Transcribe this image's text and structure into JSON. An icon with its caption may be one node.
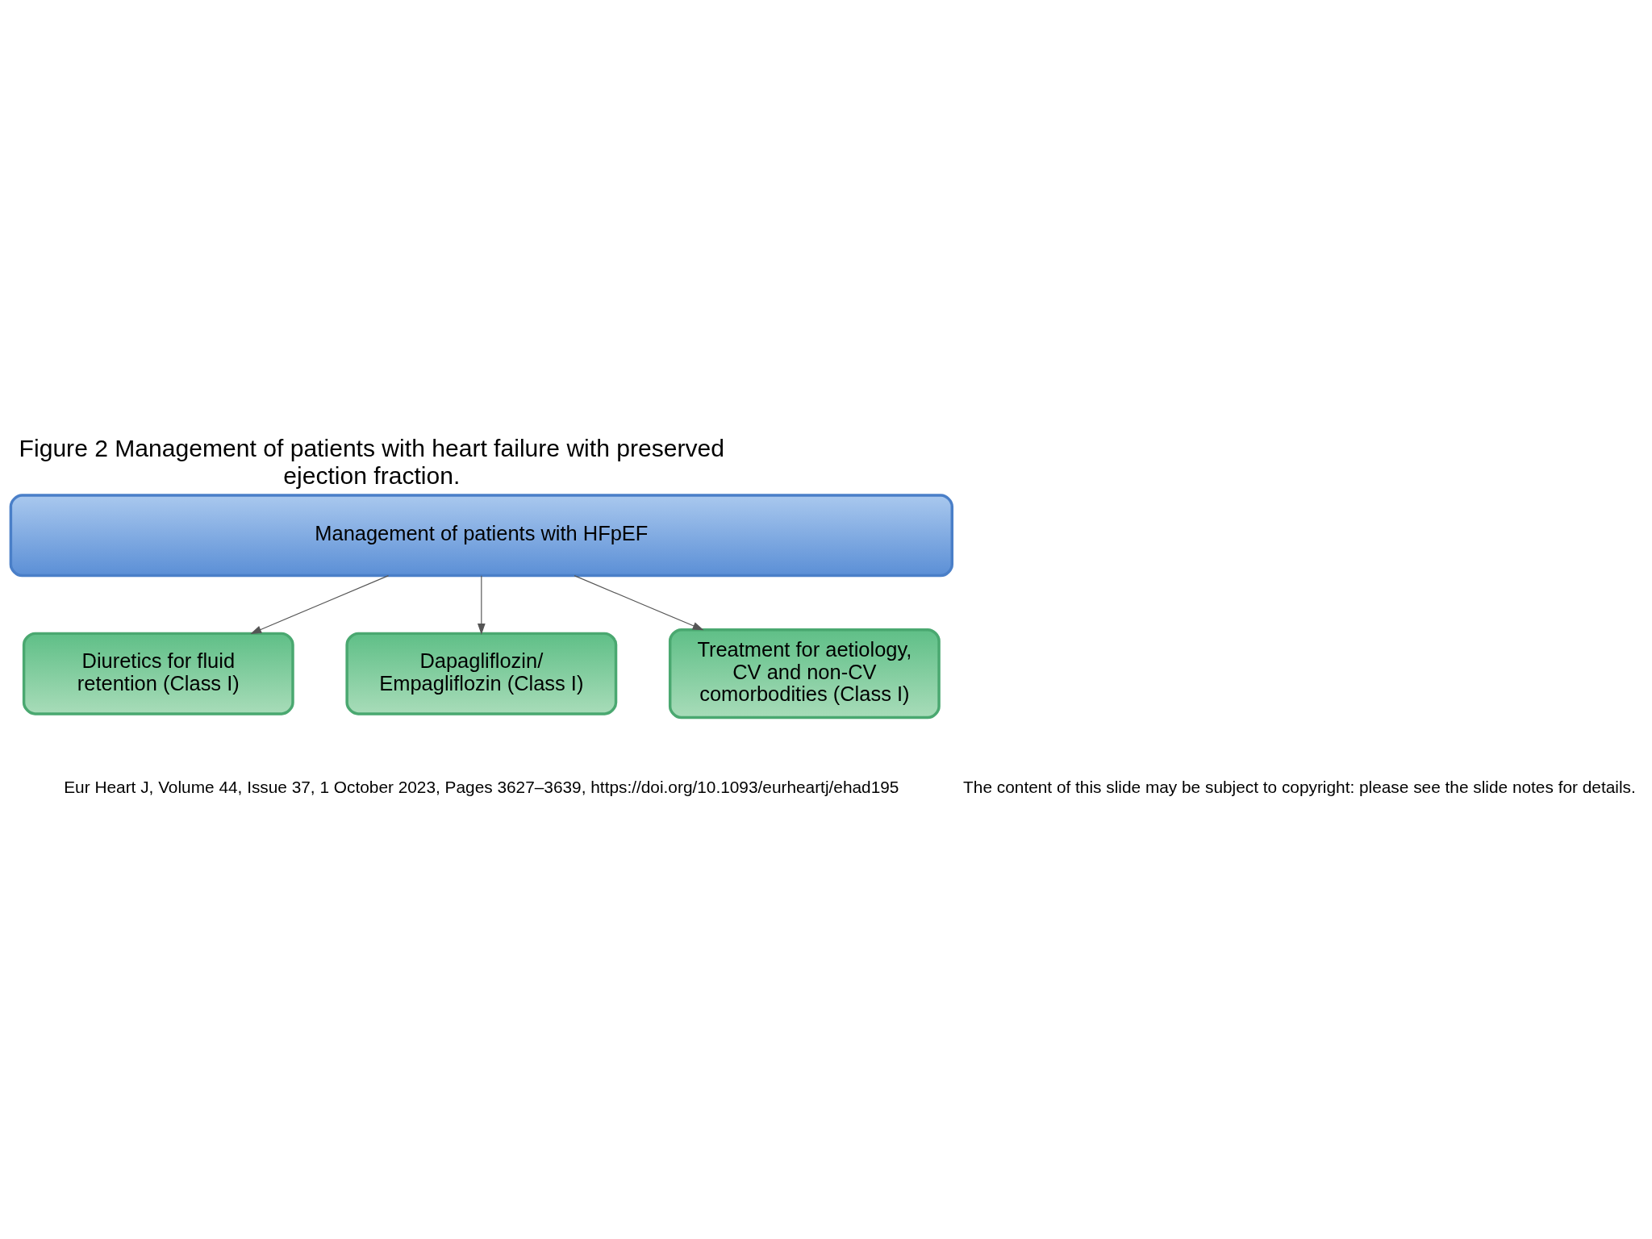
{
  "diagram": {
    "title": "Figure 2 Management of patients with heart failure with preserved ejection fraction.",
    "nodes": [
      {
        "text": [
          "Management of patients with HFpEF"
        ]
      },
      {
        "text": [
          "Diuretics for fluid retention (Class I)"
        ]
      },
      {
        "text": [
          "Dapagliflozin/ Empagliflozin (Class I)"
        ]
      },
      {
        "text": [
          "Treatment for aetiology, CV and non-CV comorbodities (Class I)"
        ]
      }
    ],
    "edges": [
      {
        "from": 0,
        "to": 1,
        "arrow": "to"
      },
      {
        "from": 0,
        "to": 2,
        "arrow": "to"
      },
      {
        "from": 0,
        "to": 3,
        "arrow": "to"
      }
    ],
    "labels": [
      "Eur Heart J, Volume 44, Issue 37, 1 October 2023, Pages 3627–3639, https://doi.org/10.1093/eurheartj/ehad195",
      "The content of this slide may be subject to copyright: please see the slide notes for details."
    ]
  }
}
